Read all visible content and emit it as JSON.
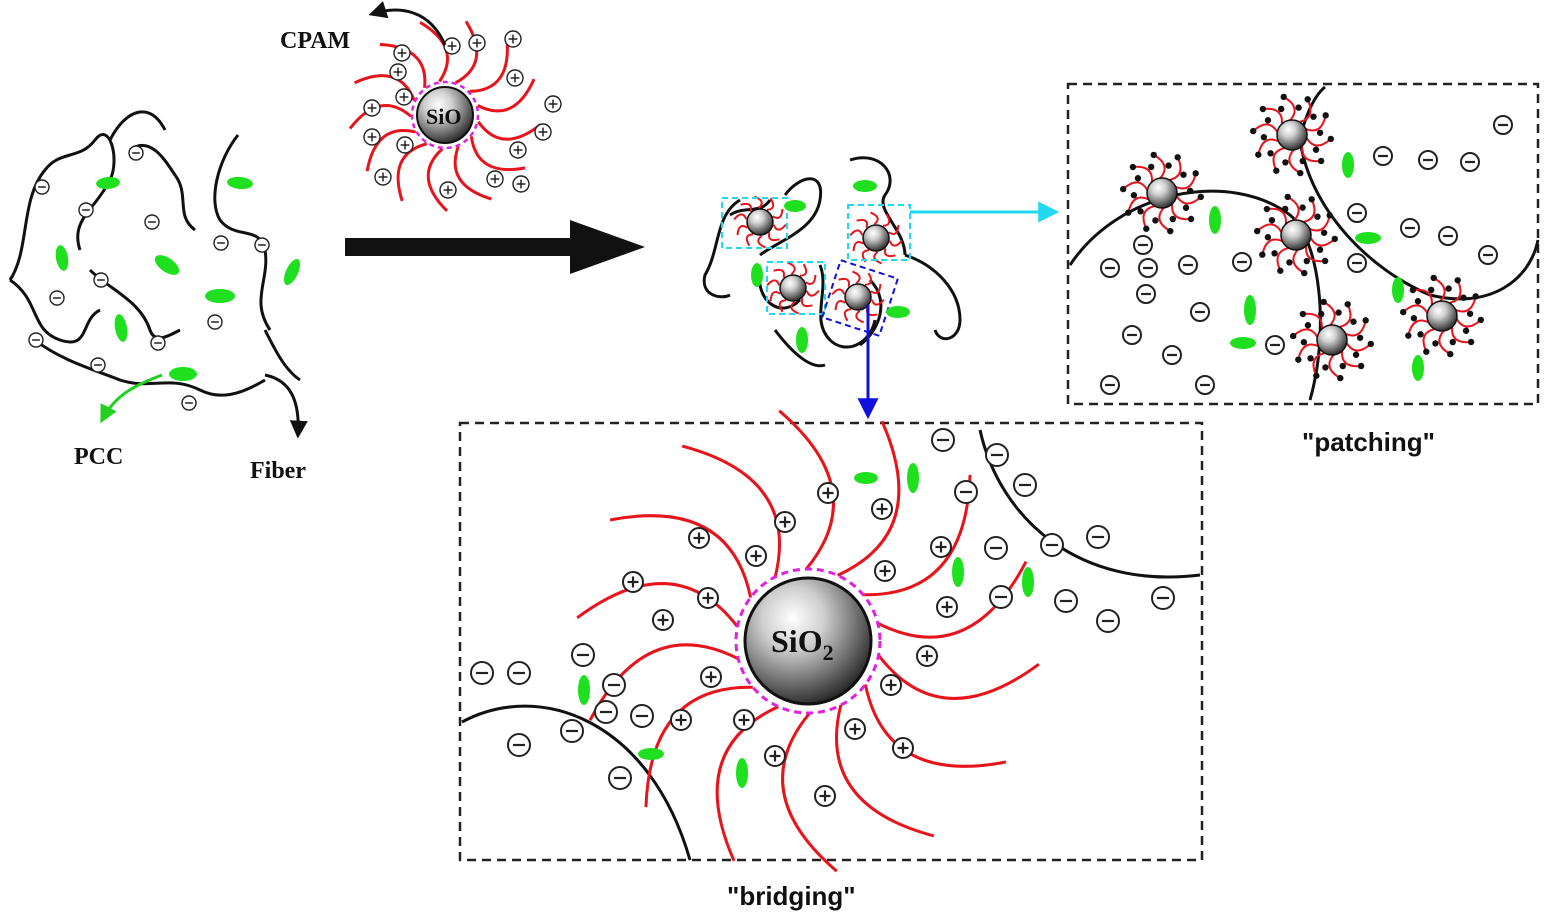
{
  "labels": {
    "cpam": "CPAM",
    "pcc": "PCC",
    "fiber": "Fiber",
    "sio2_top": "SiO",
    "sio2_big": "SiO",
    "sio2_subscript": "2",
    "patching": "\"patching\"",
    "bridging": "\"bridging\""
  },
  "colors": {
    "fiber": "#111111",
    "polymer_chain": "#e8141c",
    "pcc_particle": "#1fe01f",
    "sio2_shell": "#e020e0",
    "cyan_arrow": "#20d8f0",
    "blue_arrow": "#1010e0",
    "green_arrow": "#22d022",
    "box_border": "#222222"
  },
  "icons": {
    "positive_charge": "plus-in-circle",
    "negative_charge": "minus-in-circle",
    "nanoparticle": "shaded-sphere"
  }
}
